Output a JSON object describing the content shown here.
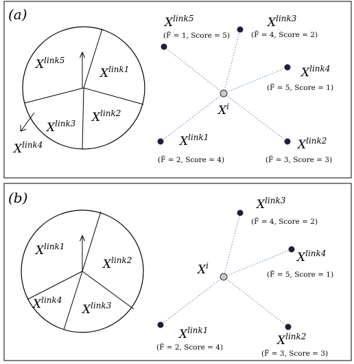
{
  "colors": {
    "edge": "#6a8fc2",
    "node": "#1f1f3a",
    "center_node": "#c9c9c9"
  },
  "panel_a": {
    "label": "(a)",
    "pie_labels": {
      "link5": {
        "base": "X",
        "sup": "link5"
      },
      "link1": {
        "base": "X",
        "sup": "link1"
      },
      "link2": {
        "base": "X",
        "sup": "link2"
      },
      "link3": {
        "base": "X",
        "sup": "link3"
      },
      "link4": {
        "base": "X",
        "sup": "link4"
      }
    },
    "center": {
      "base": "X",
      "sup": "i"
    },
    "nodes": {
      "link5": {
        "base": "X",
        "sup": "link5",
        "score": "(F̃ = 1, Score = 5)"
      },
      "link3": {
        "base": "X",
        "sup": "link3",
        "score": "(F̃ = 4, Score = 2)"
      },
      "link4": {
        "base": "X",
        "sup": "link4",
        "score": "(F̃ = 5, Score = 1)"
      },
      "link1": {
        "base": "X",
        "sup": "link1",
        "score": "(F̃ = 2, Score = 4)"
      },
      "link2": {
        "base": "X",
        "sup": "link2",
        "score": "(F̃ = 3, Score = 3)"
      }
    }
  },
  "panel_b": {
    "label": "(b)",
    "pie_labels": {
      "link1": {
        "base": "X",
        "sup": "link1"
      },
      "link2": {
        "base": "X",
        "sup": "link2"
      },
      "link3": {
        "base": "X",
        "sup": "link3"
      },
      "link4": {
        "base": "X",
        "sup": "link4"
      }
    },
    "center": {
      "base": "X",
      "sup": "i"
    },
    "nodes": {
      "link3": {
        "base": "X",
        "sup": "link3",
        "score": "(F̃ = 4, Score = 2)"
      },
      "link4": {
        "base": "X",
        "sup": "link4",
        "score": "(F̃ = 5, Score = 1)"
      },
      "link1": {
        "base": "X",
        "sup": "link1",
        "score": "(F̃ = 2, Score = 4)"
      },
      "link2": {
        "base": "X",
        "sup": "link2",
        "score": "(F̃ = 3, Score = 3)"
      }
    }
  }
}
